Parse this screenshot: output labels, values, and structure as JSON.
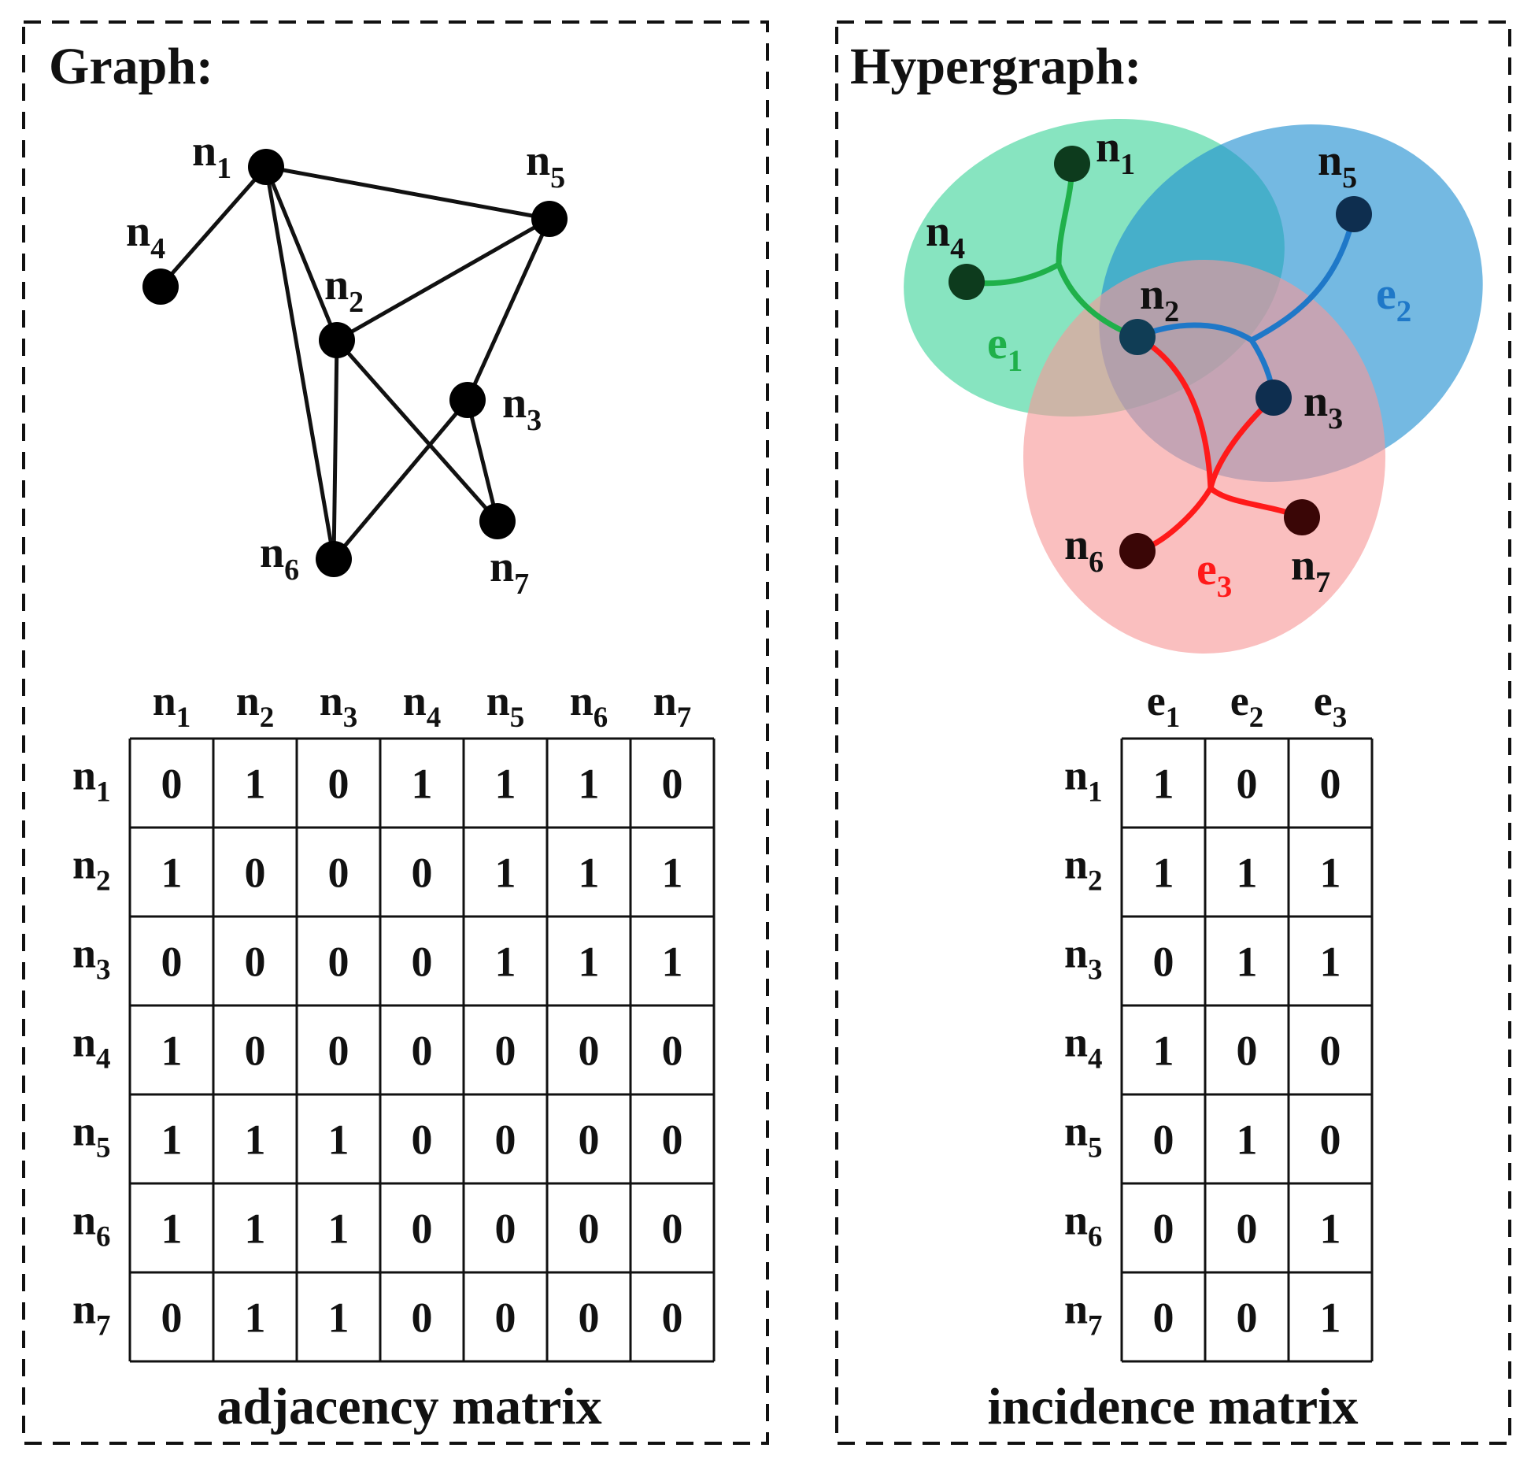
{
  "graph": {
    "title": "Graph:",
    "caption": "adjacency matrix",
    "nodes": [
      {
        "id": "n1",
        "base": "n",
        "sub": "1"
      },
      {
        "id": "n2",
        "base": "n",
        "sub": "2"
      },
      {
        "id": "n3",
        "base": "n",
        "sub": "3"
      },
      {
        "id": "n4",
        "base": "n",
        "sub": "4"
      },
      {
        "id": "n5",
        "base": "n",
        "sub": "5"
      },
      {
        "id": "n6",
        "base": "n",
        "sub": "6"
      },
      {
        "id": "n7",
        "base": "n",
        "sub": "7"
      }
    ],
    "edges": [
      [
        "n1",
        "n4"
      ],
      [
        "n1",
        "n5"
      ],
      [
        "n1",
        "n2"
      ],
      [
        "n1",
        "n6"
      ],
      [
        "n2",
        "n5"
      ],
      [
        "n2",
        "n6"
      ],
      [
        "n2",
        "n7"
      ],
      [
        "n5",
        "n3"
      ],
      [
        "n3",
        "n6"
      ],
      [
        "n3",
        "n7"
      ]
    ],
    "matrix": {
      "col_headers": [
        {
          "base": "n",
          "sub": "1"
        },
        {
          "base": "n",
          "sub": "2"
        },
        {
          "base": "n",
          "sub": "3"
        },
        {
          "base": "n",
          "sub": "4"
        },
        {
          "base": "n",
          "sub": "5"
        },
        {
          "base": "n",
          "sub": "6"
        },
        {
          "base": "n",
          "sub": "7"
        }
      ],
      "row_headers": [
        {
          "base": "n",
          "sub": "1"
        },
        {
          "base": "n",
          "sub": "2"
        },
        {
          "base": "n",
          "sub": "3"
        },
        {
          "base": "n",
          "sub": "4"
        },
        {
          "base": "n",
          "sub": "5"
        },
        {
          "base": "n",
          "sub": "6"
        },
        {
          "base": "n",
          "sub": "7"
        }
      ],
      "rows": [
        [
          "0",
          "1",
          "0",
          "1",
          "1",
          "1",
          "0"
        ],
        [
          "1",
          "0",
          "0",
          "0",
          "1",
          "1",
          "1"
        ],
        [
          "0",
          "0",
          "0",
          "0",
          "1",
          "1",
          "1"
        ],
        [
          "1",
          "0",
          "0",
          "0",
          "0",
          "0",
          "0"
        ],
        [
          "1",
          "1",
          "1",
          "0",
          "0",
          "0",
          "0"
        ],
        [
          "1",
          "1",
          "1",
          "0",
          "0",
          "0",
          "0"
        ],
        [
          "0",
          "1",
          "1",
          "0",
          "0",
          "0",
          "0"
        ]
      ]
    }
  },
  "hypergraph": {
    "title": "Hypergraph:",
    "caption": "incidence matrix",
    "hyperedges": [
      {
        "id": "e1",
        "base": "e",
        "sub": "1",
        "fill": "#3dd39a",
        "stroke": "#1fb04a",
        "label_color": "#1fb04a"
      },
      {
        "id": "e2",
        "base": "e",
        "sub": "2",
        "fill": "#1f8ed0",
        "stroke": "#1f78c8",
        "label_color": "#1f78c8"
      },
      {
        "id": "e3",
        "base": "e",
        "sub": "3",
        "fill": "#f79797",
        "stroke": "#ff1a1a",
        "label_color": "#ff1a1a"
      }
    ],
    "nodes": [
      {
        "id": "n1",
        "base": "n",
        "sub": "1",
        "fill": "#0d3b1d"
      },
      {
        "id": "n2",
        "base": "n",
        "sub": "2",
        "fill": "#103d55"
      },
      {
        "id": "n3",
        "base": "n",
        "sub": "3",
        "fill": "#0e2e4f"
      },
      {
        "id": "n4",
        "base": "n",
        "sub": "4",
        "fill": "#0d3b1d"
      },
      {
        "id": "n5",
        "base": "n",
        "sub": "5",
        "fill": "#0e2e4f"
      },
      {
        "id": "n6",
        "base": "n",
        "sub": "6",
        "fill": "#3a0606"
      },
      {
        "id": "n7",
        "base": "n",
        "sub": "7",
        "fill": "#3a0606"
      }
    ],
    "matrix": {
      "col_headers": [
        {
          "base": "e",
          "sub": "1"
        },
        {
          "base": "e",
          "sub": "2"
        },
        {
          "base": "e",
          "sub": "3"
        }
      ],
      "row_headers": [
        {
          "base": "n",
          "sub": "1"
        },
        {
          "base": "n",
          "sub": "2"
        },
        {
          "base": "n",
          "sub": "3"
        },
        {
          "base": "n",
          "sub": "4"
        },
        {
          "base": "n",
          "sub": "5"
        },
        {
          "base": "n",
          "sub": "6"
        },
        {
          "base": "n",
          "sub": "7"
        }
      ],
      "rows": [
        [
          "1",
          "0",
          "0"
        ],
        [
          "1",
          "1",
          "1"
        ],
        [
          "0",
          "1",
          "1"
        ],
        [
          "1",
          "0",
          "0"
        ],
        [
          "0",
          "1",
          "0"
        ],
        [
          "0",
          "0",
          "1"
        ],
        [
          "0",
          "0",
          "1"
        ]
      ]
    }
  }
}
